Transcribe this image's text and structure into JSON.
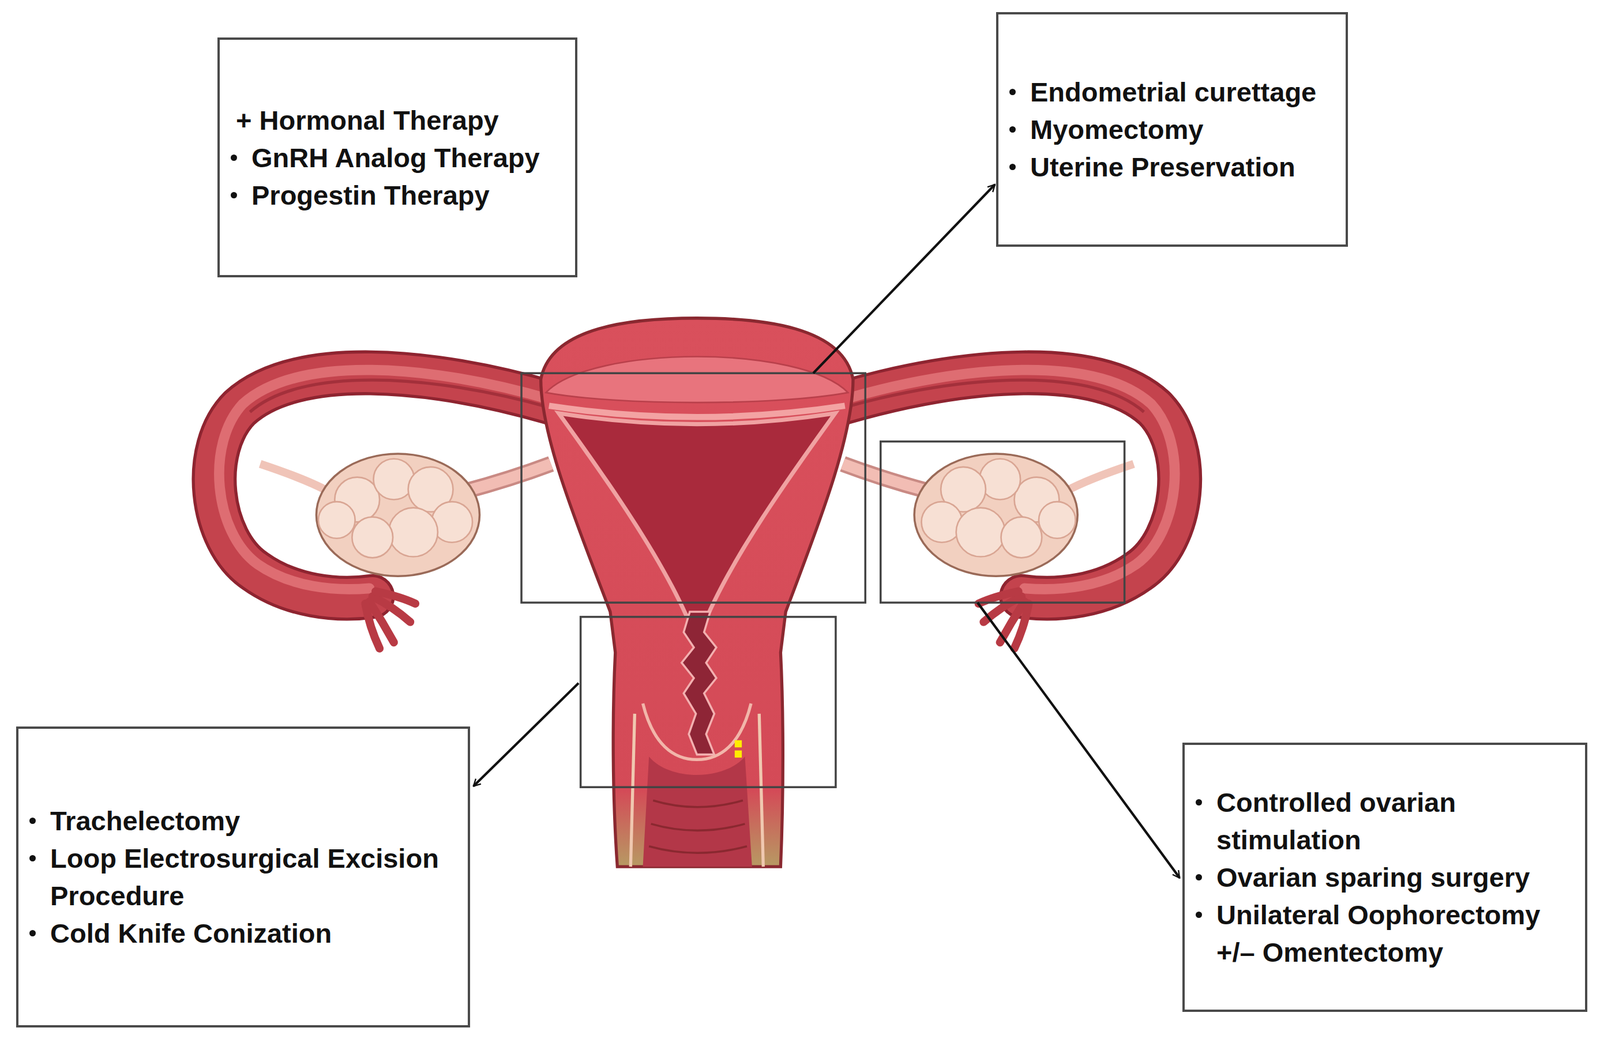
{
  "diagram": {
    "nodes": [
      {
        "text": [
          "+ Hormonal Therapy",
          "GnRH Analog Therapy",
          "Progestin Therapy"
        ]
      },
      {
        "text": [
          "Endometrial curettage",
          "Myomectomy",
          "Uterine Preservation"
        ]
      },
      {
        "text": [
          "Trachelectomy",
          "Loop Electrosurgical Excision Procedure",
          "Cold Knife Conization"
        ]
      },
      {
        "text": [
          "Controlled ovarian stimulation",
          "Ovarian sparing surgery",
          "Unilateral Oophorectomy +/– Omentectomy"
        ]
      }
    ]
  }
}
